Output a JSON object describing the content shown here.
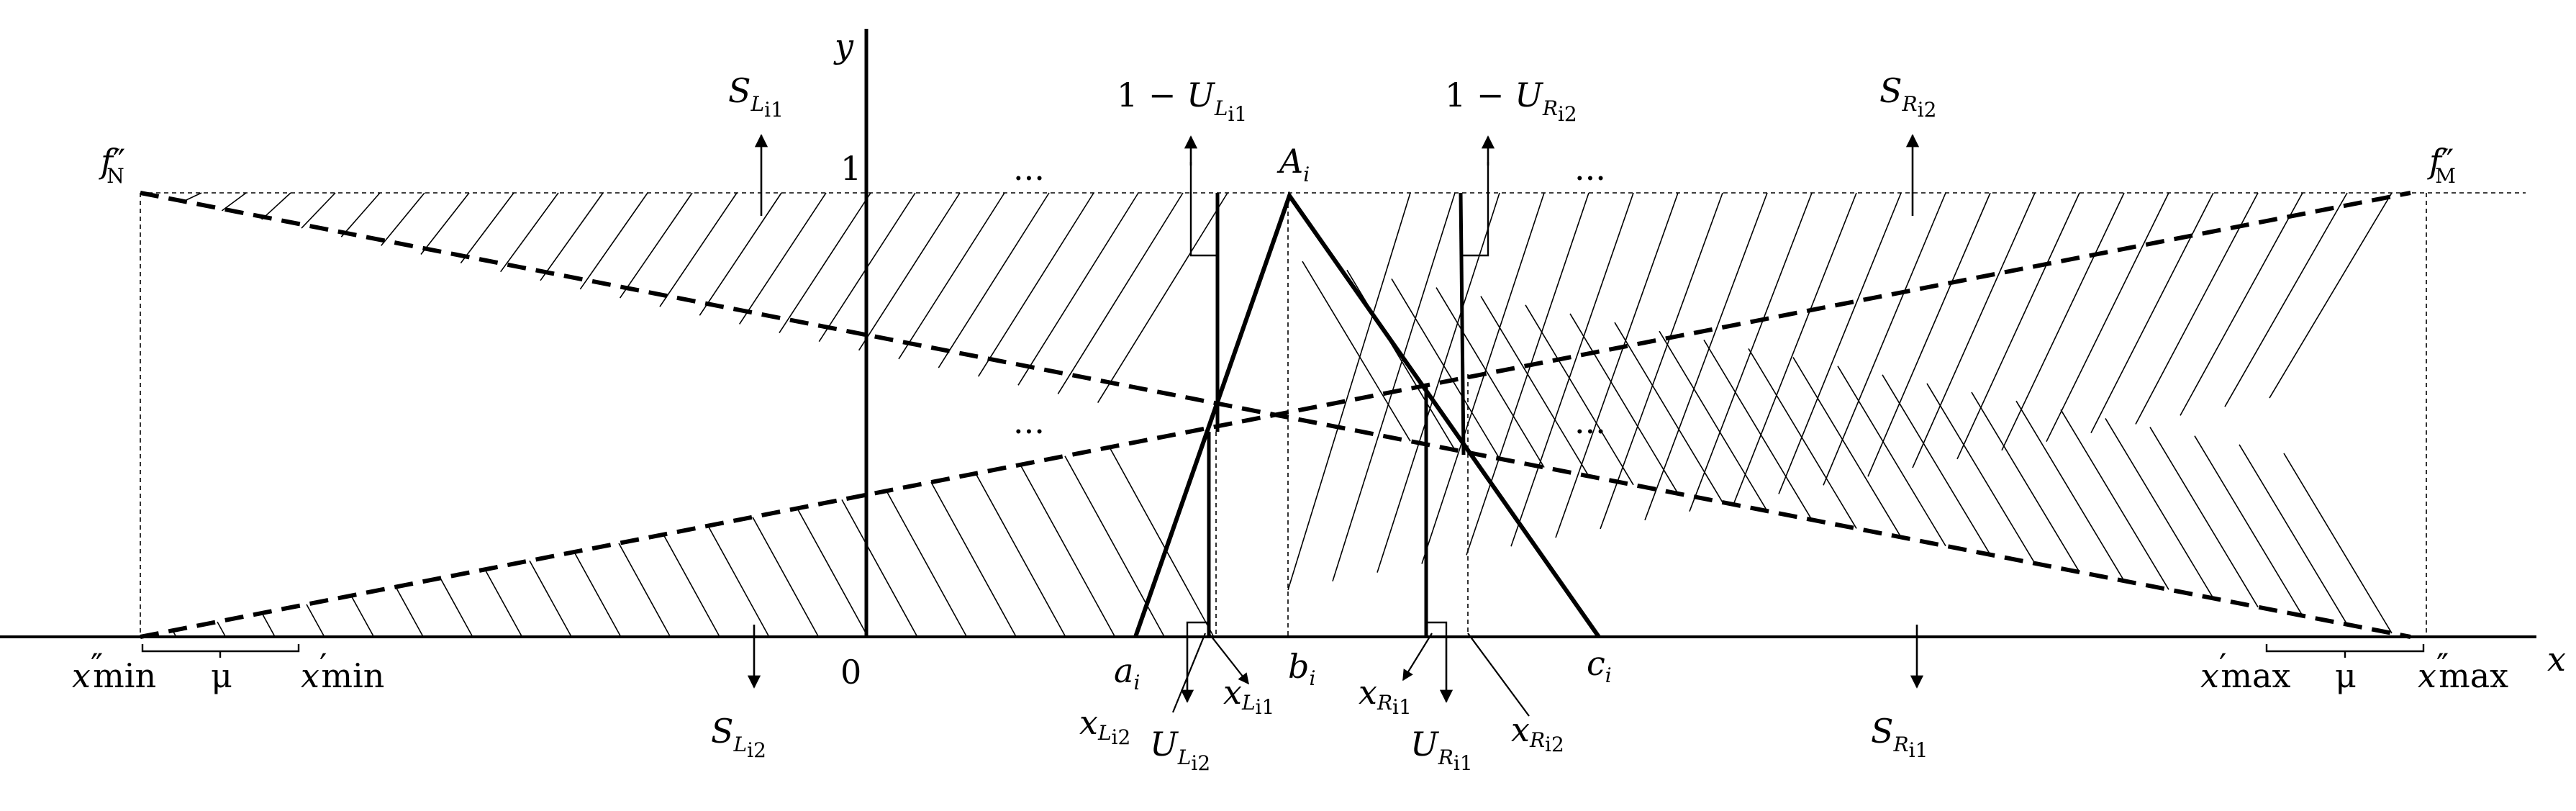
{
  "axes": {
    "x": "x",
    "y": "y",
    "origin": "0",
    "one": "1"
  },
  "labels": {
    "fN": {
      "base": "f",
      "prime": "″",
      "sub": "N"
    },
    "fM": {
      "base": "f",
      "prime": "″",
      "sub": "M"
    },
    "Ai": {
      "base": "A",
      "sub": "i"
    },
    "ai": {
      "base": "a",
      "sub": "i"
    },
    "bi": {
      "base": "b",
      "sub": "i"
    },
    "ci": {
      "base": "c",
      "sub": "i"
    },
    "xmin2": {
      "base": "x",
      "prime": "″",
      "sub": "min"
    },
    "xmin1": {
      "base": "x",
      "prime": "′",
      "sub": "min"
    },
    "xmax1": {
      "base": "x",
      "prime": "′",
      "sub": "max"
    },
    "xmax2": {
      "base": "x",
      "prime": "″",
      "sub": "max"
    },
    "mu": "μ",
    "SL1": {
      "base": "S",
      "sub": "L",
      "subsub": "i1"
    },
    "SL2": {
      "base": "S",
      "sub": "L",
      "subsub": "i2"
    },
    "SR1": {
      "base": "S",
      "sub": "R",
      "subsub": "i1"
    },
    "SR2": {
      "base": "S",
      "sub": "R",
      "subsub": "i2"
    },
    "oneMinusUL": {
      "prefix": "1 − ",
      "base": "U",
      "sub": "L",
      "subsub": "i1"
    },
    "oneMinusUR": {
      "prefix": "1 − ",
      "base": "U",
      "sub": "R",
      "subsub": "i2"
    },
    "UL2": {
      "base": "U",
      "sub": "L",
      "subsub": "i2"
    },
    "UR1": {
      "base": "U",
      "sub": "R",
      "subsub": "i1"
    },
    "xL1": {
      "base": "x",
      "sub": "L",
      "subsub": "i1"
    },
    "xL2": {
      "base": "x",
      "sub": "L",
      "subsub": "i2"
    },
    "xR1": {
      "base": "x",
      "sub": "R",
      "subsub": "i1"
    },
    "xR2": {
      "base": "x",
      "sub": "R",
      "subsub": "i2"
    },
    "ellipsis": "..."
  }
}
